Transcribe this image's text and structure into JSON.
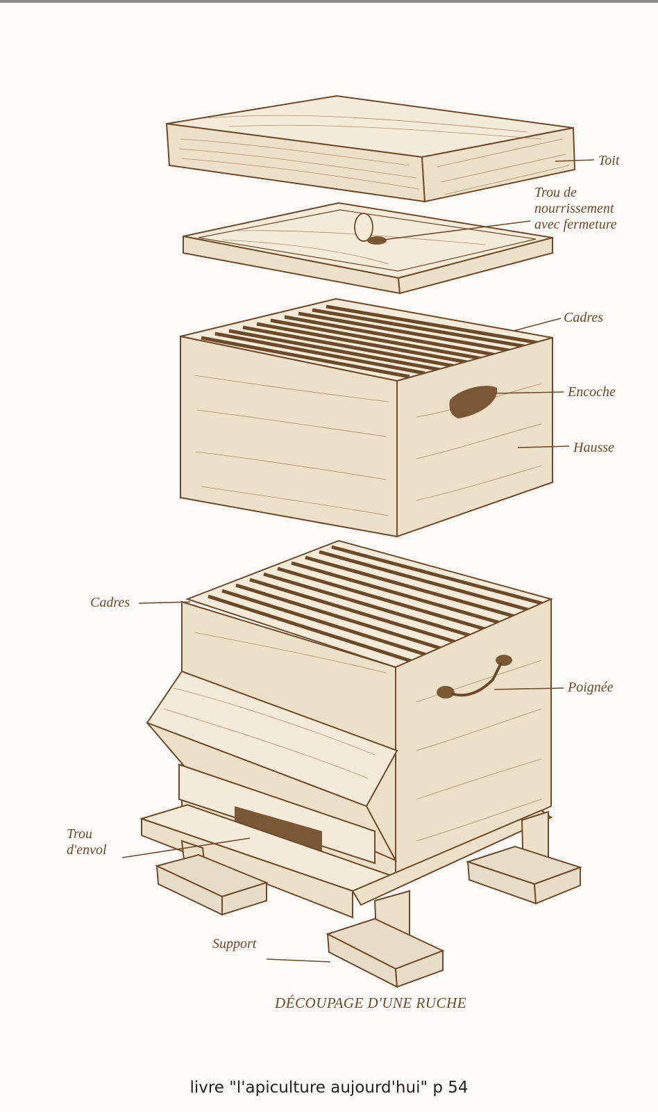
{
  "labels": {
    "toit": "Toit",
    "trou_nourrissement_1": "Trou de",
    "trou_nourrissement_2": "nourrissement",
    "trou_nourrissement_3": "avec fermeture",
    "cadres_upper": "Cadres",
    "encoche": "Encoche",
    "hausse": "Hausse",
    "cadres_lower": "Cadres",
    "poignee": "Poignée",
    "trou_envol_1": "Trou",
    "trou_envol_2": "d'envol",
    "support": "Support"
  },
  "caption": "DÉCOUPAGE D'UNE RUCHE",
  "credit": "livre \"l'apiculture aujourd'hui\" p 54"
}
